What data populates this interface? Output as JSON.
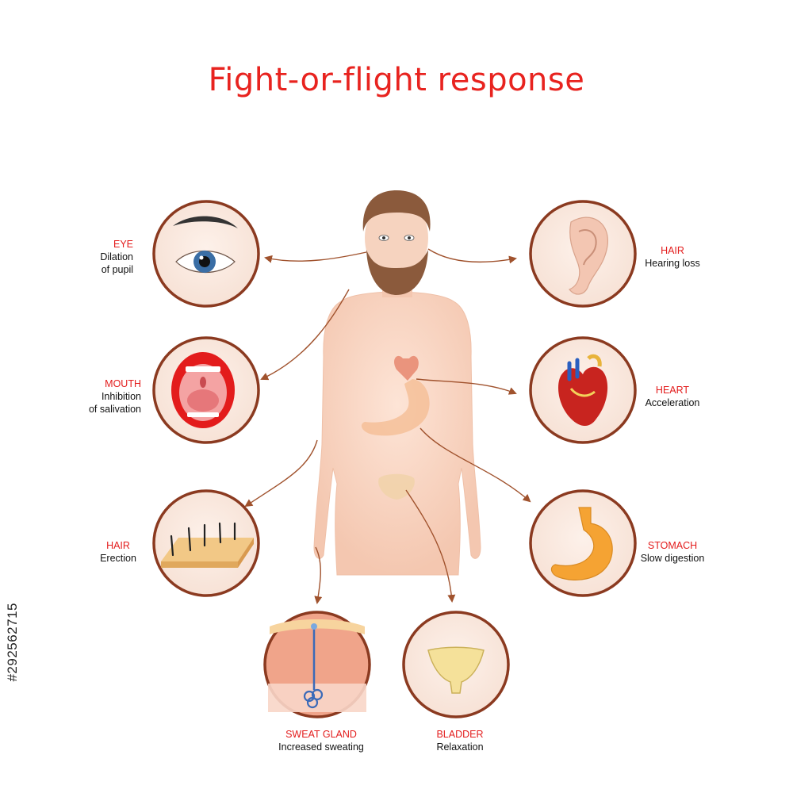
{
  "title": "Fight-or-flight response",
  "watermark": "#292562715",
  "labels": {
    "eye": {
      "head": "EYE",
      "desc1": "Dilation",
      "desc2": "of pupil"
    },
    "ear": {
      "head": "HAIR",
      "desc1": "Hearing loss"
    },
    "mouth": {
      "head": "MOUTH",
      "desc1": "Inhibition",
      "desc2": "of salivation"
    },
    "heart": {
      "head": "HEART",
      "desc1": "Acceleration"
    },
    "hair": {
      "head": "HAIR",
      "desc1": "Erection"
    },
    "stomach": {
      "head": "STOMACH",
      "desc1": "Slow digestion"
    },
    "sweat": {
      "head": "SWEAT GLAND",
      "desc1": "Increased sweating"
    },
    "bladder": {
      "head": "BLADDER",
      "desc1": "Relaxation"
    }
  },
  "colors": {
    "title": "#e8231f",
    "label_head": "#e31c1c",
    "arrow": "#a0522d",
    "circle_border": "#8b3a20",
    "skin": "#f7d6c4"
  }
}
